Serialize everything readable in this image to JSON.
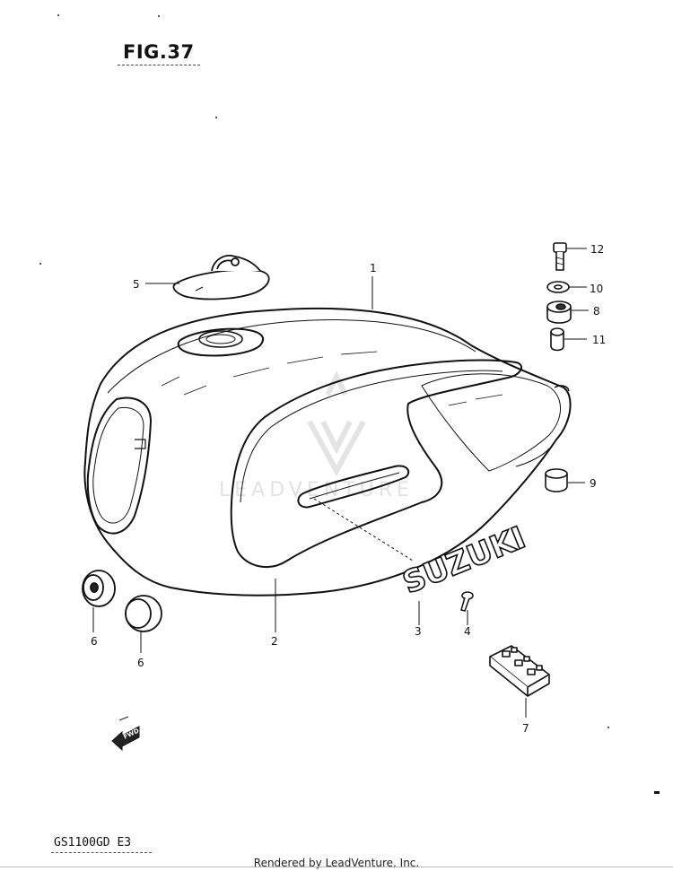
{
  "figure": {
    "title": "FIG.37"
  },
  "model": {
    "code": "GS1100GD E3"
  },
  "footer": {
    "text": "Rendered by LeadVenture, Inc."
  },
  "watermark": {
    "text": "LEADVENTURE"
  },
  "emblem": {
    "text": "SUZUKI"
  },
  "direction_arrow": {
    "label": "FWD"
  },
  "callouts": {
    "c1": "1",
    "c2": "2",
    "c3": "3",
    "c4": "4",
    "c5": "5",
    "c6a": "6",
    "c6b": "6",
    "c7": "7",
    "c8": "8",
    "c9": "9",
    "c10": "10",
    "c11": "11",
    "c12": "12"
  }
}
